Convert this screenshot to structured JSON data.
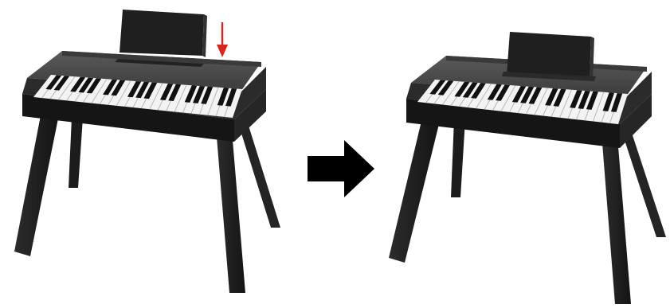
{
  "diagram": {
    "steps": [
      {
        "id": "before",
        "state": "music-rest-raised",
        "indicator": "down-arrow-icon"
      },
      {
        "id": "after",
        "state": "music-rest-inserted"
      }
    ],
    "transition": "right-arrow-icon",
    "colors": {
      "background": "#ffffff",
      "body_top": "#4a4a4a",
      "body_front": "#1c1c1c",
      "body_side": "#2a2a2a",
      "legs": "#1a1a1a",
      "legs_shade": "#2e2e2e",
      "white_keys": "#f4f4f4",
      "black_keys": "#111111",
      "music_rest": "#222222",
      "indicator_arrow": "#d9241c",
      "transition_arrow": "#000000"
    }
  }
}
